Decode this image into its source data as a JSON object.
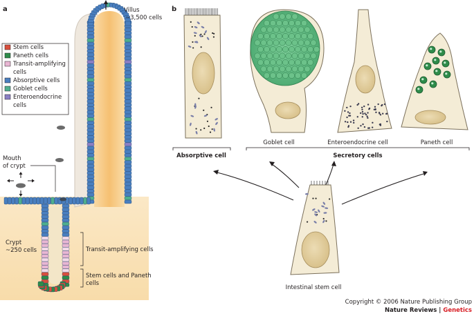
{
  "panel_a": {
    "label": "a",
    "villus_label": "Villus",
    "villus_count": "~3,500 cells",
    "legend": [
      {
        "label": "Stem cells",
        "color": "#d94f3d"
      },
      {
        "label": "Paneth cells",
        "color": "#2e8b4a"
      },
      {
        "label": "Transit-amplifying",
        "color": "#e8b6d3"
      },
      {
        "label": "cells",
        "color": ""
      },
      {
        "label": "Absorptive cells",
        "color": "#4a7fbf"
      },
      {
        "label": "Goblet cells",
        "color": "#4fae8e"
      },
      {
        "label": "Enteroendocrine",
        "color": "#8a7fc4"
      },
      {
        "label": "cells",
        "color": ""
      }
    ],
    "mouth_line1": "Mouth",
    "mouth_line2": "of crypt",
    "crypt_label": "Crypt",
    "crypt_count": "~250 cells",
    "ta_label": "Transit-amplifying cells",
    "stem_line1": "Stem cells and Paneth",
    "stem_line2": "cells"
  },
  "panel_b": {
    "label": "b",
    "cells": {
      "goblet": "Goblet cell",
      "enteroendocrine": "Enteroendocrine cell",
      "paneth": "Paneth cell"
    },
    "absorptive_group": "Absorptive cell",
    "secretory_group": "Secretory cells",
    "stem": "Intestinal stem cell"
  },
  "footer": {
    "copyright": "Copyright © 2006 Nature Publishing Group",
    "journal": "Nature Reviews",
    "separator": " | ",
    "section": "Genetics"
  },
  "colors": {
    "stem": "#d94f3d",
    "paneth": "#2e8b4a",
    "ta": "#e8b6d3",
    "absorptive": "#4a7fbf",
    "goblet": "#4fae8e",
    "enteroendocrine": "#8a7fc4",
    "lumen": "#f7c477",
    "cell_body": "#f4ecd6",
    "nucleus": "#e2cfa0",
    "journal_accent": "#d81f26"
  }
}
